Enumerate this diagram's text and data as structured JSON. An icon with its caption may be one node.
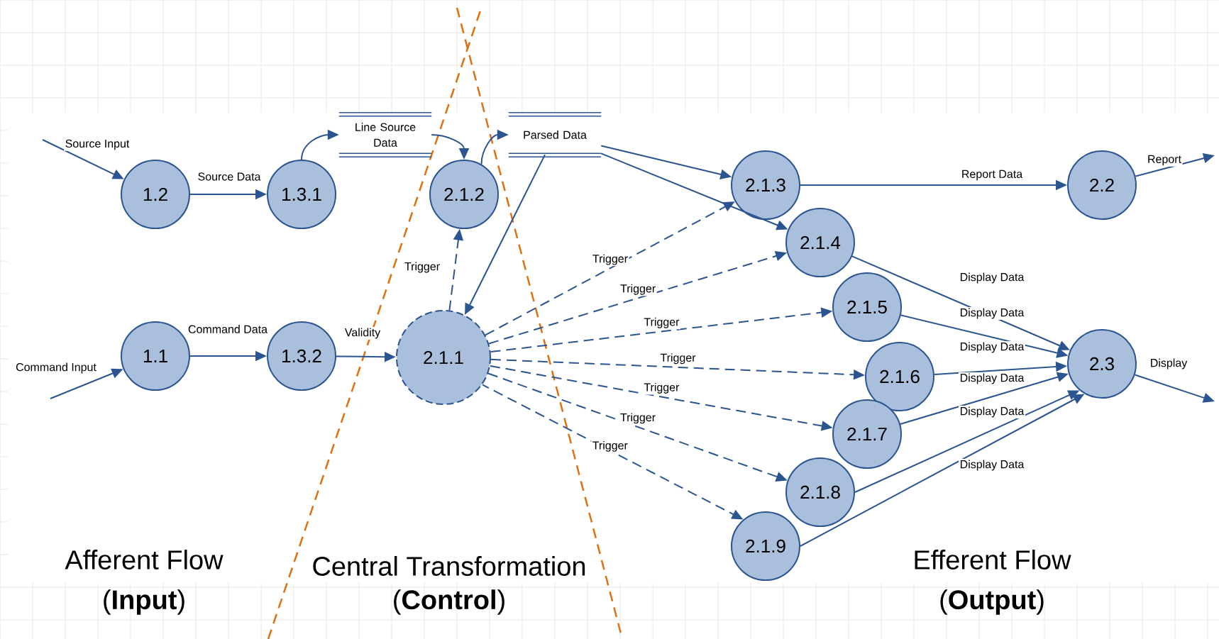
{
  "diagram": {
    "nodes": [
      {
        "text": [
          "1.2"
        ]
      },
      {
        "text": [
          "1.3.1"
        ]
      },
      {
        "text": [
          "Line Source Data"
        ]
      },
      {
        "text": [
          "2.1.2"
        ]
      },
      {
        "text": [
          "Parsed Data"
        ]
      },
      {
        "text": [
          "1.1"
        ]
      },
      {
        "text": [
          "1.3.2"
        ]
      },
      {
        "text": [
          "2.1.1"
        ]
      },
      {
        "text": [
          "2.1.3"
        ]
      },
      {
        "text": [
          "2.1.4"
        ]
      },
      {
        "text": [
          "2.1.5"
        ]
      },
      {
        "text": [
          "2.1.6"
        ]
      },
      {
        "text": [
          "2.1.7"
        ]
      },
      {
        "text": [
          "2.1.8"
        ]
      },
      {
        "text": [
          "2.1.9"
        ]
      },
      {
        "text": [
          "2.2"
        ]
      },
      {
        "text": [
          "2.3"
        ]
      }
    ],
    "edges": [
      {
        "from": null,
        "to": 0,
        "arrow": "to",
        "label": "Source Input"
      },
      {
        "from": 0,
        "to": 1,
        "arrow": "to",
        "label": "Source Data"
      },
      {
        "from": 1,
        "to": 2,
        "arrow": "to"
      },
      {
        "from": 2,
        "to": 3,
        "arrow": "to"
      },
      {
        "from": 3,
        "to": 4,
        "arrow": "to"
      },
      {
        "from": 4,
        "to": 7,
        "arrow": "to"
      },
      {
        "from": 7,
        "to": 3,
        "arrow": "to",
        "label": "Trigger",
        "style": "dashed"
      },
      {
        "from": null,
        "to": 5,
        "arrow": "to",
        "label": "Command Input"
      },
      {
        "from": 5,
        "to": 6,
        "arrow": "to",
        "label": "Command Data"
      },
      {
        "from": 6,
        "to": 7,
        "arrow": "to",
        "label": "Validity"
      },
      {
        "from": 4,
        "to": 8,
        "arrow": "to"
      },
      {
        "from": 4,
        "to": 9,
        "arrow": "to"
      },
      {
        "from": 7,
        "to": 8,
        "arrow": "to",
        "label": "Trigger",
        "style": "dashed"
      },
      {
        "from": 7,
        "to": 9,
        "arrow": "to",
        "label": "Trigger",
        "style": "dashed"
      },
      {
        "from": 7,
        "to": 10,
        "arrow": "to",
        "label": "Trigger",
        "style": "dashed"
      },
      {
        "from": 7,
        "to": 11,
        "arrow": "to",
        "label": "Trigger",
        "style": "dashed"
      },
      {
        "from": 7,
        "to": 12,
        "arrow": "to",
        "label": "Trigger",
        "style": "dashed"
      },
      {
        "from": 7,
        "to": 13,
        "arrow": "to",
        "label": "Trigger",
        "style": "dashed"
      },
      {
        "from": 7,
        "to": 14,
        "arrow": "to",
        "label": "Trigger",
        "style": "dashed"
      },
      {
        "from": 8,
        "to": 15,
        "arrow": "to",
        "label": "Report Data"
      },
      {
        "from": 15,
        "to": null,
        "arrow": "to",
        "label": "Report"
      },
      {
        "from": 9,
        "to": 16,
        "arrow": "to",
        "label": "Display Data"
      },
      {
        "from": 10,
        "to": 16,
        "arrow": "to",
        "label": "Display Data"
      },
      {
        "from": 11,
        "to": 16,
        "arrow": "to",
        "label": "Display Data"
      },
      {
        "from": 12,
        "to": 16,
        "arrow": "to",
        "label": "Display Data"
      },
      {
        "from": 13,
        "to": 16,
        "arrow": "to",
        "label": "Display Data"
      },
      {
        "from": 14,
        "to": 16,
        "arrow": "to",
        "label": "Display Data"
      },
      {
        "from": 16,
        "to": null,
        "arrow": "to",
        "label": "Display"
      }
    ],
    "labels": [
      "Afferent Flow",
      "(**Input**)",
      "Central Transformation",
      "(**Control**)",
      "Efferent Flow",
      "(**Output**)"
    ]
  }
}
